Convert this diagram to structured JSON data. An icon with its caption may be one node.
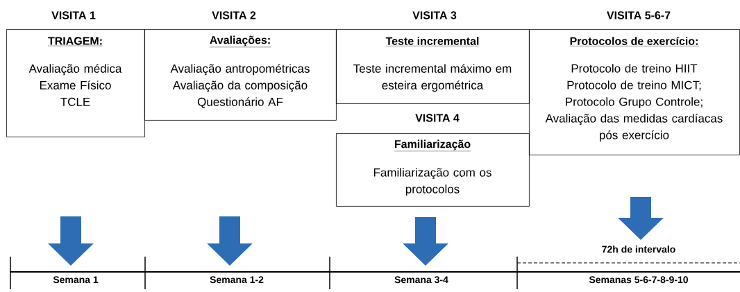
{
  "diagram": {
    "nodes": [
      {
        "text": [
          "VISITA 1",
          "TRIAGEM:",
          "Avaliação médica",
          "Exame Físico",
          "TCLE"
        ]
      },
      {
        "text": [
          "VISITA 2",
          "Avaliações:",
          "Avaliação antropométricas",
          "Avaliação da composição",
          "Questionário AF"
        ]
      },
      {
        "text": [
          "VISITA 3",
          "Teste incremental",
          "Teste incremental máximo em esteira ergométrica"
        ]
      },
      {
        "text": [
          "VISITA 4",
          "Familiarização",
          "Familiarização com os protocolos"
        ]
      },
      {
        "text": [
          "VISITA 5-6-7",
          "Protocolos de exercício:",
          "Protocolo de treino HIIT",
          "Protocolo de treino MICT;",
          "Protocolo Grupo Controle;",
          "Avaliação das medidas cardíacas pós exercício"
        ]
      },
      {
        "text": [
          "Semana 1"
        ]
      },
      {
        "text": [
          "Semana 1-2"
        ]
      },
      {
        "text": [
          "Semana 3-4"
        ]
      },
      {
        "text": [
          "72h de intervalo"
        ]
      },
      {
        "text": [
          "Semanas 5-6-7-8-9-10"
        ]
      }
    ],
    "edges": [
      {
        "from": null,
        "to": 5,
        "arrow": "to"
      },
      {
        "from": null,
        "to": 6,
        "arrow": "to"
      },
      {
        "from": null,
        "to": 7,
        "arrow": "to"
      },
      {
        "from": null,
        "to": 8,
        "arrow": "to"
      }
    ]
  }
}
